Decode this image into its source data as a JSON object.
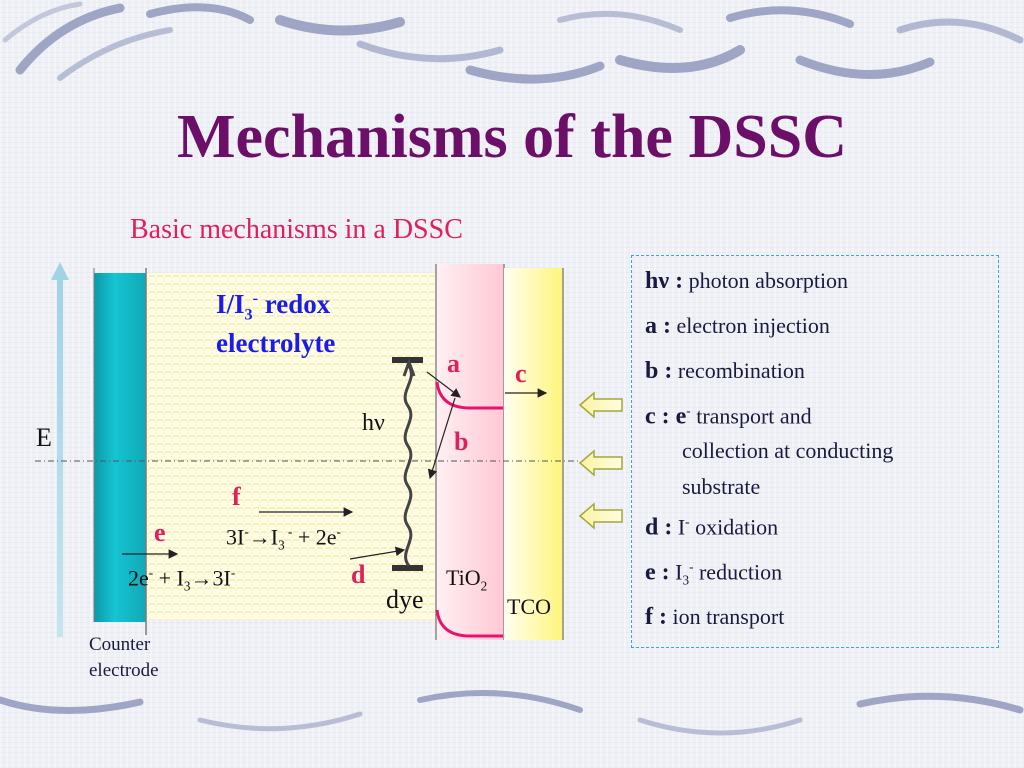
{
  "slide": {
    "title": "Mechanisms of the DSSC",
    "subtitle": "Basic mechanisms in a DSSC"
  },
  "diagram": {
    "energy_axis": "E",
    "counter_electrode": {
      "line1": "Counter",
      "line2": "electrode"
    },
    "electrolyte": {
      "line1_a": "I/I",
      "line1_sub": "3",
      "line1_sup": "-",
      "line1_b": " redox",
      "line2": "electrolyte"
    },
    "excitation": "hν",
    "dye": "dye",
    "tio2": {
      "base": "TiO",
      "sub": "2"
    },
    "tco": "TCO",
    "labels": {
      "a": "a",
      "b": "b",
      "c": "c",
      "d": "d",
      "e": "e",
      "f": "f"
    },
    "oxidation_eq": {
      "p1": "3I",
      "p1_sup": "-",
      "arrow": "→",
      "p2": "I",
      "p2_sub": "3",
      "p2_sup": " -",
      "p3": " + 2e",
      "p3_sup": "-"
    },
    "reduction_eq": {
      "p1": "2e",
      "p1_sup": "-",
      "p2": " + I",
      "p2_sub": "3",
      "arrow": "→",
      "p3": "3I",
      "p3_sup": "-"
    },
    "colors": {
      "counter_electrode": "#19b6c4",
      "electrolyte_bg": "#fffde0",
      "tio2_bg": "#ffd3dc",
      "tco_bg": "#fffab0",
      "band_curve": "#e8126a",
      "axis": "#8ec6d8"
    }
  },
  "legend": {
    "hv": {
      "key": "hν :",
      "text": " photon absorption"
    },
    "a": {
      "key": "a :",
      "text": " electron injection"
    },
    "b": {
      "key": "b :",
      "text": " recombination"
    },
    "c": {
      "key": "c : e",
      "key_sup": "-",
      "text": " transport and",
      "line2": "collection at conducting",
      "line3": "substrate"
    },
    "d": {
      "key": "d :",
      "text_a": " I",
      "text_sup": "-",
      "text_b": " oxidation"
    },
    "e": {
      "key": "e :",
      "text_a": " I",
      "text_sub": "3",
      "text_sup": "-",
      "text_b": " reduction"
    },
    "f": {
      "key": "f :",
      "text": " ion transport"
    }
  }
}
